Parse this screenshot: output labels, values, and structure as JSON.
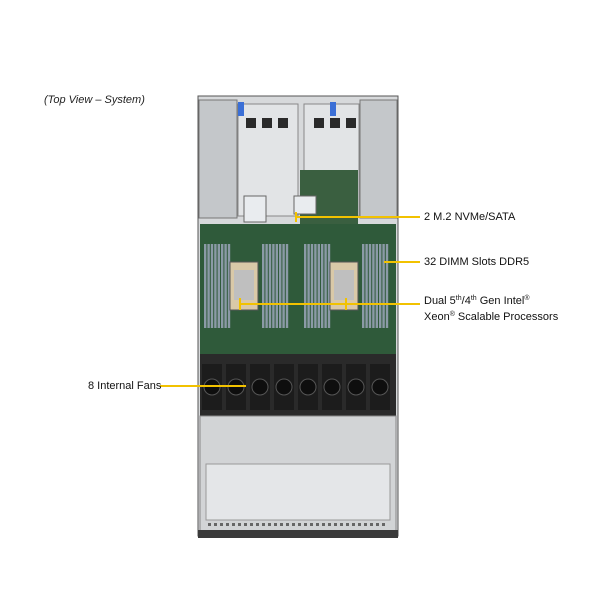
{
  "caption": "(Top View – System)",
  "colors": {
    "leader": "#f2c200",
    "chassis": "#cfd2d4",
    "board": "#2f5a3a",
    "dimm": "#8b9aa6",
    "fan": "#1c1c1c"
  },
  "callouts": {
    "m2": {
      "text": "2 M.2 NVMe/SATA"
    },
    "dimm": {
      "text": "32 DIMM Slots DDR5"
    },
    "cpu": {
      "line1_a": "Dual 5",
      "line1_sup1": "th",
      "line1_b": "/4",
      "line1_sup2": "th",
      "line1_c": " Gen Intel",
      "line1_sup3": "®",
      "line2_a": "Xeon",
      "line2_sup": "®",
      "line2_b": " Scalable Processors"
    },
    "fans": {
      "text": "8 Internal  Fans"
    }
  }
}
